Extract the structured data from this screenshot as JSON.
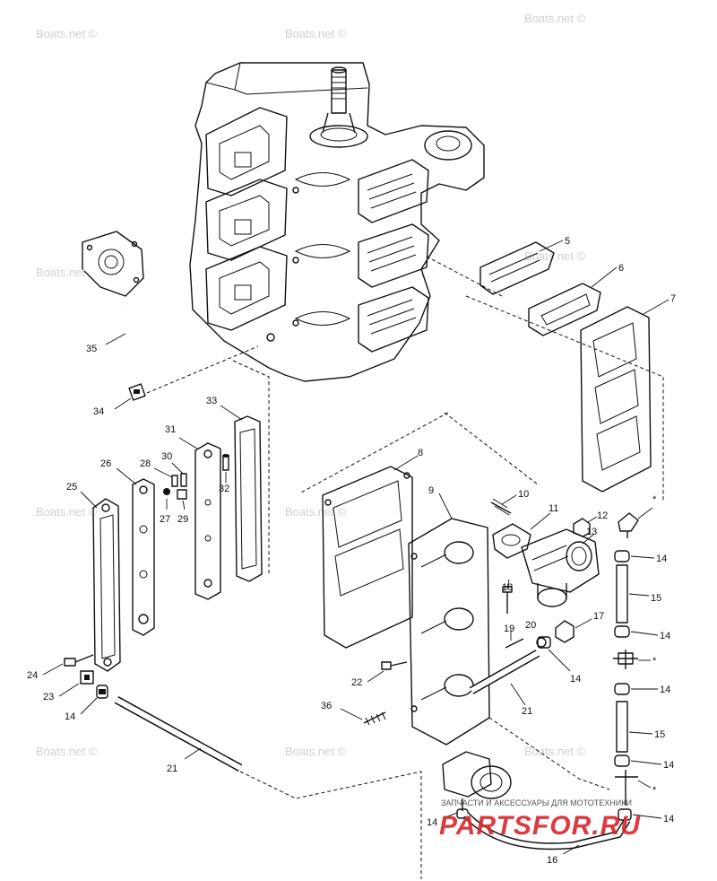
{
  "watermarks": [
    "Boats.net ©",
    "Boats.net ©",
    "Boats.net ©",
    "Boats.net ©",
    "Boats.net ©",
    "Boats.net ©",
    "Boats.net ©",
    "Boats.net ©",
    "Boats.net ©"
  ],
  "banner": {
    "tagline": "ЗАПЧАСТИ И АКСЕССУАРЫ ДЛЯ МОТОТЕХНИКИ",
    "brand": "PARTSFOR.RU"
  },
  "callouts": {
    "c35": "35",
    "c34": "34",
    "c33": "33",
    "c32": "32",
    "c31": "31",
    "c30": "30",
    "c29": "29",
    "c28": "28",
    "c27": "27",
    "c26": "26",
    "c25": "25",
    "c24": "24",
    "c23": "23",
    "c14a": "14",
    "c21a": "21",
    "c5": "5",
    "c6": "6",
    "c7": "7",
    "c8": "8",
    "c9": "9",
    "c10": "10",
    "c11": "11",
    "c12": "12",
    "c13": "13",
    "c14b": "14",
    "c15a": "15",
    "c14c": "14",
    "c14d": "14",
    "c15b": "15",
    "c14e": "14",
    "c14f": "14",
    "c17": "17",
    "c18": "18",
    "c19": "19",
    "c20": "20",
    "c14g": "14",
    "c22": "22",
    "c21b": "21",
    "c36": "36",
    "c14h": "14",
    "c16": "16",
    "star1": "*",
    "star2": "*",
    "star3": "*"
  }
}
